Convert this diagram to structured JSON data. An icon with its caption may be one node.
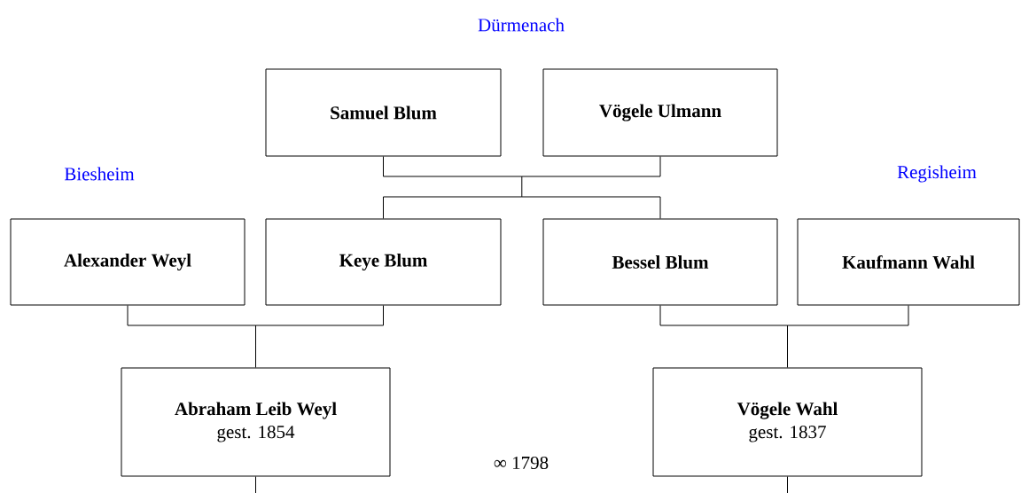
{
  "diagram": {
    "nodes": [
      {
        "text": [
          "Samuel Blum"
        ]
      },
      {
        "text": [
          "Vögele Ulmann"
        ]
      },
      {
        "text": [
          "Alexander Weyl"
        ]
      },
      {
        "text": [
          "Keye Blum"
        ]
      },
      {
        "text": [
          "Bessel Blum"
        ]
      },
      {
        "text": [
          "Kaufmann Wahl"
        ]
      },
      {
        "text": [
          "Abraham Leib Weyl",
          "gest. 1854"
        ]
      },
      {
        "text": [
          "Vögele Wahl",
          "gest. 1837"
        ]
      }
    ],
    "edges": [
      {
        "from": 0,
        "to": 3,
        "arrow": "none"
      },
      {
        "from": 0,
        "to": 4,
        "arrow": "none"
      },
      {
        "from": 1,
        "to": 3,
        "arrow": "none"
      },
      {
        "from": 1,
        "to": 4,
        "arrow": "none"
      },
      {
        "from": 2,
        "to": 6,
        "arrow": "none"
      },
      {
        "from": 3,
        "to": 6,
        "arrow": "none"
      },
      {
        "from": 4,
        "to": 7,
        "arrow": "none"
      },
      {
        "from": 5,
        "to": 7,
        "arrow": "none"
      },
      {
        "from": 6,
        "to": null,
        "arrow": "none"
      },
      {
        "from": 7,
        "to": null,
        "arrow": "none"
      }
    ],
    "labels": [
      "Dürmenach",
      "Biesheim",
      "Regisheim",
      "∞ 1798"
    ]
  }
}
